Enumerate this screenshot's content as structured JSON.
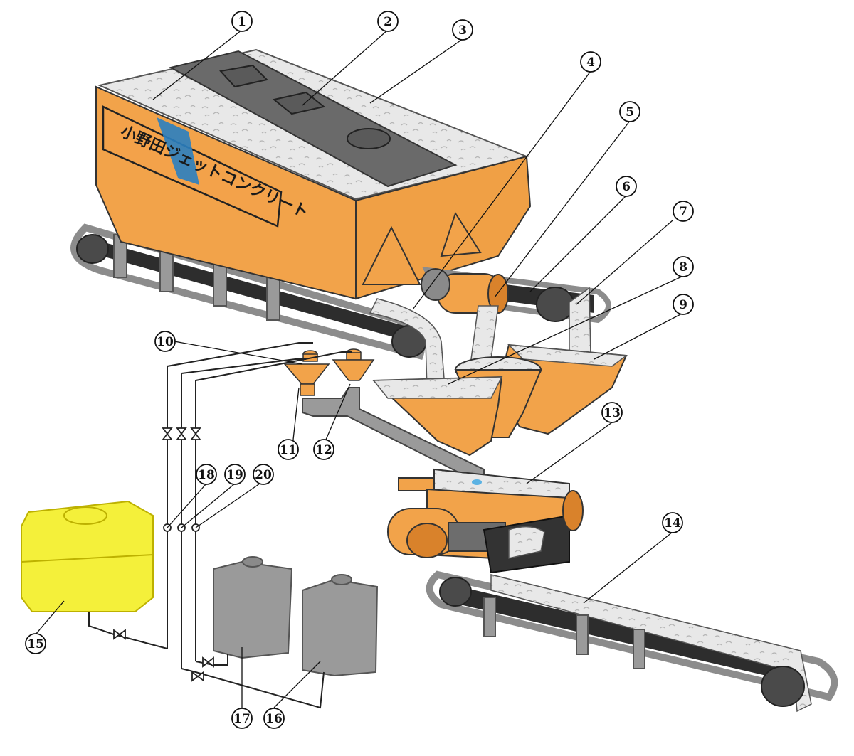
{
  "brand": {
    "text": "小野田ジェットコンクリート"
  },
  "callouts": [
    {
      "id": "1",
      "text": "1"
    },
    {
      "id": "2",
      "text": "2"
    },
    {
      "id": "3",
      "text": "3"
    },
    {
      "id": "4",
      "text": "4"
    },
    {
      "id": "5",
      "text": "5"
    },
    {
      "id": "6",
      "text": "6"
    },
    {
      "id": "7",
      "text": "7"
    },
    {
      "id": "8",
      "text": "8"
    },
    {
      "id": "9",
      "text": "9"
    },
    {
      "id": "10",
      "text": "10"
    },
    {
      "id": "11",
      "text": "11"
    },
    {
      "id": "12",
      "text": "12"
    },
    {
      "id": "13",
      "text": "13"
    },
    {
      "id": "14",
      "text": "14"
    },
    {
      "id": "15",
      "text": "15"
    },
    {
      "id": "16",
      "text": "16"
    },
    {
      "id": "17",
      "text": "17"
    },
    {
      "id": "18",
      "text": "18"
    },
    {
      "id": "19",
      "text": "19"
    },
    {
      "id": "20",
      "text": "20"
    }
  ],
  "colors": {
    "orange": "#f2a34a",
    "orange_dark": "#d9822b",
    "gray": "#999999",
    "gray_dark": "#6d6d6d",
    "belt": "#2b2b2b",
    "material": "#e6e6e6",
    "yellow": "#f4f03a",
    "accent_blue": "#2a7fc1"
  }
}
